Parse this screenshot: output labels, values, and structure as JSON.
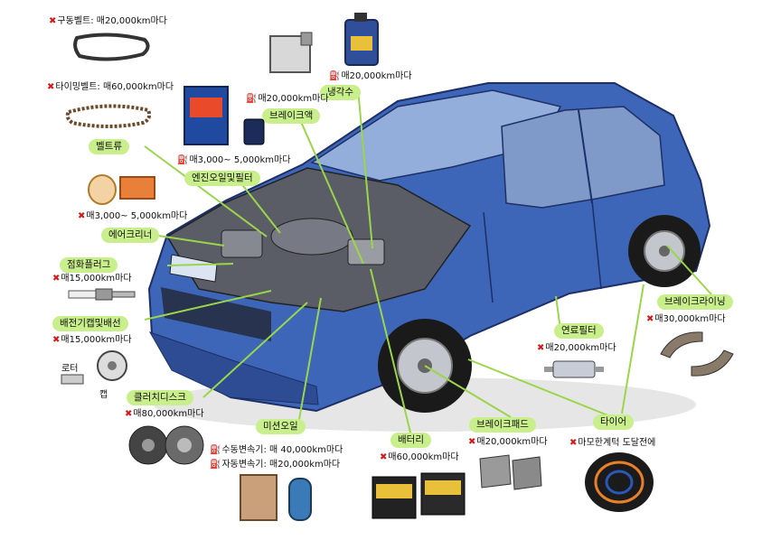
{
  "colors": {
    "label_bg": "#c9ef8c",
    "leader_line": "#9bd54a",
    "car_body": "#3d66b8",
    "replace_mark": "#d81818",
    "oil_mark": "#1f4fa8"
  },
  "marks": {
    "replace": "✖",
    "oil": "⛽"
  },
  "labels": {
    "drive_belt": "구동벨트",
    "timing_belt": "타이밍벨트",
    "belt_tension": "벨트류",
    "air_cleaner": "에어크리너",
    "spark_plug": "점화플러그",
    "ignition_cable": "배전기캡및배선",
    "clutch_disc": "클러치디스크",
    "transmission_oil": "미션오일",
    "battery": "배터리",
    "brake_pad": "브레이크패드",
    "tire": "타이어",
    "brake_lining": "브레이크라이닝",
    "fuel_filter": "연료필터",
    "coolant": "냉각수",
    "brake_fluid": "브레이크액",
    "engine_oil": "엔진오일및필터",
    "rotor": "로터",
    "cap": "캡"
  },
  "intervals": {
    "drive_belt": ": 매20,000km마다",
    "timing_belt": ": 매60,000km마다",
    "air_cleaner": "매3,000~ 5,000km마다",
    "spark_plug": "매15,000km마다",
    "ignition_cable": "매15,000km마다",
    "clutch_disc": "매80,000km마다",
    "manual_trans": "수동변속기: 매 40,000km마다",
    "auto_trans": "자동변속기: 매20,000km마다",
    "battery": "매60,000km마다",
    "brake_pad": "매20,000km마다",
    "tire": "마모한계턱 도달전에",
    "brake_lining": "매30,000km마다",
    "fuel_filter": "매20,000km마다",
    "coolant": "매20,000km마다",
    "brake_fluid": "매20,000km마다",
    "engine_oil": "매3,000~ 5,000km마다"
  }
}
